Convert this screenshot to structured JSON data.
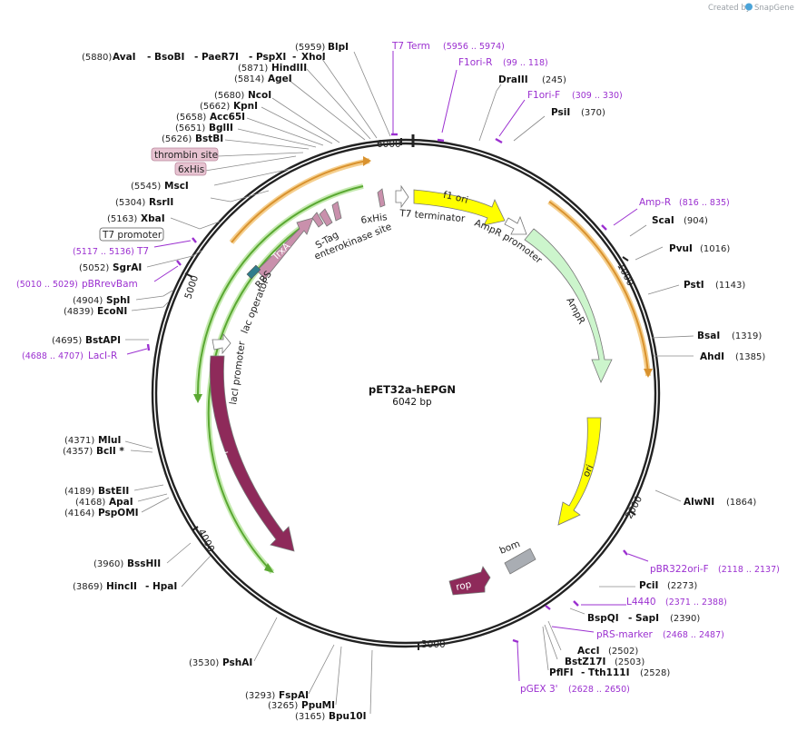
{
  "brand": {
    "created_by": "Created by",
    "name": "SnapGene"
  },
  "plasmid": {
    "name": "pET32a-hEPGN",
    "length": "6042 bp"
  },
  "ticks": [
    "1000",
    "2000",
    "3000",
    "4000",
    "5000",
    "6000"
  ],
  "enzymes": [
    {
      "pos": "(5959)",
      "name": "BlpI"
    },
    {
      "pos": "(5880)",
      "name": "AvaI"
    },
    {
      "pos": "",
      "name": "BsoBI"
    },
    {
      "pos": "",
      "name": "PaeR7I"
    },
    {
      "pos": "",
      "name": "PspXI"
    },
    {
      "pos": "",
      "name": "XhoI"
    },
    {
      "pos": "(5871)",
      "name": "HindIII"
    },
    {
      "pos": "(5814)",
      "name": "AgeI"
    },
    {
      "pos": "(5680)",
      "name": "NcoI"
    },
    {
      "pos": "(5662)",
      "name": "KpnI"
    },
    {
      "pos": "(5658)",
      "name": "Acc65I"
    },
    {
      "pos": "(5651)",
      "name": "BglII"
    },
    {
      "pos": "(5626)",
      "name": "BstBI"
    },
    {
      "pos": "(5545)",
      "name": "MscI"
    },
    {
      "pos": "(5304)",
      "name": "RsrII"
    },
    {
      "pos": "(5163)",
      "name": "XbaI"
    },
    {
      "pos": "(5052)",
      "name": "SgrAI"
    },
    {
      "pos": "(4904)",
      "name": "SphI"
    },
    {
      "pos": "(4839)",
      "name": "EcoNI"
    },
    {
      "pos": "(4695)",
      "name": "BstAPI"
    },
    {
      "pos": "(4371)",
      "name": "MluI"
    },
    {
      "pos": "(4357)",
      "name": "BclI *"
    },
    {
      "pos": "(4189)",
      "name": "BstEII"
    },
    {
      "pos": "(4168)",
      "name": "ApaI"
    },
    {
      "pos": "(4164)",
      "name": "PspOMI"
    },
    {
      "pos": "(3960)",
      "name": "BssHII"
    },
    {
      "pos": "(3869)",
      "name": "HincII"
    },
    {
      "pos": "",
      "name": "HpaI"
    },
    {
      "pos": "(3530)",
      "name": "PshAI"
    },
    {
      "pos": "(3293)",
      "name": "FspAI"
    },
    {
      "pos": "(3265)",
      "name": "PpuMI"
    },
    {
      "pos": "(3165)",
      "name": "Bpu10I"
    },
    {
      "pos": "(245)",
      "name": "DraIII"
    },
    {
      "pos": "(370)",
      "name": "PsiI"
    },
    {
      "pos": "(904)",
      "name": "ScaI"
    },
    {
      "pos": "(1016)",
      "name": "PvuI"
    },
    {
      "pos": "(1143)",
      "name": "PstI"
    },
    {
      "pos": "(1319)",
      "name": "BsaI"
    },
    {
      "pos": "(1385)",
      "name": "AhdI"
    },
    {
      "pos": "(1864)",
      "name": "AlwNI"
    },
    {
      "pos": "(2273)",
      "name": "PciI"
    },
    {
      "pos": "",
      "name": "BspQI"
    },
    {
      "pos": "(2390)",
      "name": "SapI"
    },
    {
      "pos": "(2502)",
      "name": "AccI"
    },
    {
      "pos": "(2503)",
      "name": "BstZ17I"
    },
    {
      "pos": "",
      "name": "PflFI"
    },
    {
      "pos": "(2528)",
      "name": "Tth111I"
    }
  ],
  "primers": [
    {
      "name": "T7 Term",
      "range": "(5956 .. 5974)"
    },
    {
      "name": "F1ori-R",
      "range": "(99 .. 118)"
    },
    {
      "name": "F1ori-F",
      "range": "(309 .. 330)"
    },
    {
      "name": "Amp-R",
      "range": "(816 .. 835)"
    },
    {
      "name": "pBR322ori-F",
      "range": "(2118 .. 2137)"
    },
    {
      "name": "L4440",
      "range": "(2371 .. 2388)"
    },
    {
      "name": "pRS-marker",
      "range": "(2468 .. 2487)"
    },
    {
      "name": "pGEX 3'",
      "range": "(2628 .. 2650)"
    },
    {
      "name": "T7",
      "range": "(5117 .. 5136)"
    },
    {
      "name": "pBRrevBam",
      "range": "(5010 .. 5029)"
    },
    {
      "name": "LacI-R",
      "range": "(4688 .. 4707)"
    }
  ],
  "tagged_features": [
    "thrombin site",
    "6xHis",
    "T7 promoter"
  ],
  "features": [
    "f1 ori",
    "AmpR promoter",
    "AmpR",
    "ori",
    "bom",
    "rop",
    "lacI",
    "lacI promoter",
    "lac operator",
    "RBS",
    "TrxA",
    "S-Tag",
    "enterokinase site",
    "6xHis",
    "T7 terminator"
  ],
  "colors": {
    "ring": "#222222",
    "primer": "#9b30d0",
    "ori": "#ffff00",
    "ampr": "#ccf5cc",
    "laci": "#8e2a5a",
    "rop": "#8e2a5a",
    "bom": "#a9adb3",
    "trxa": "#c990ac",
    "rbs": "#2f7d8c",
    "orange_arc": "#d9922e",
    "green_arc": "#5aa832"
  }
}
